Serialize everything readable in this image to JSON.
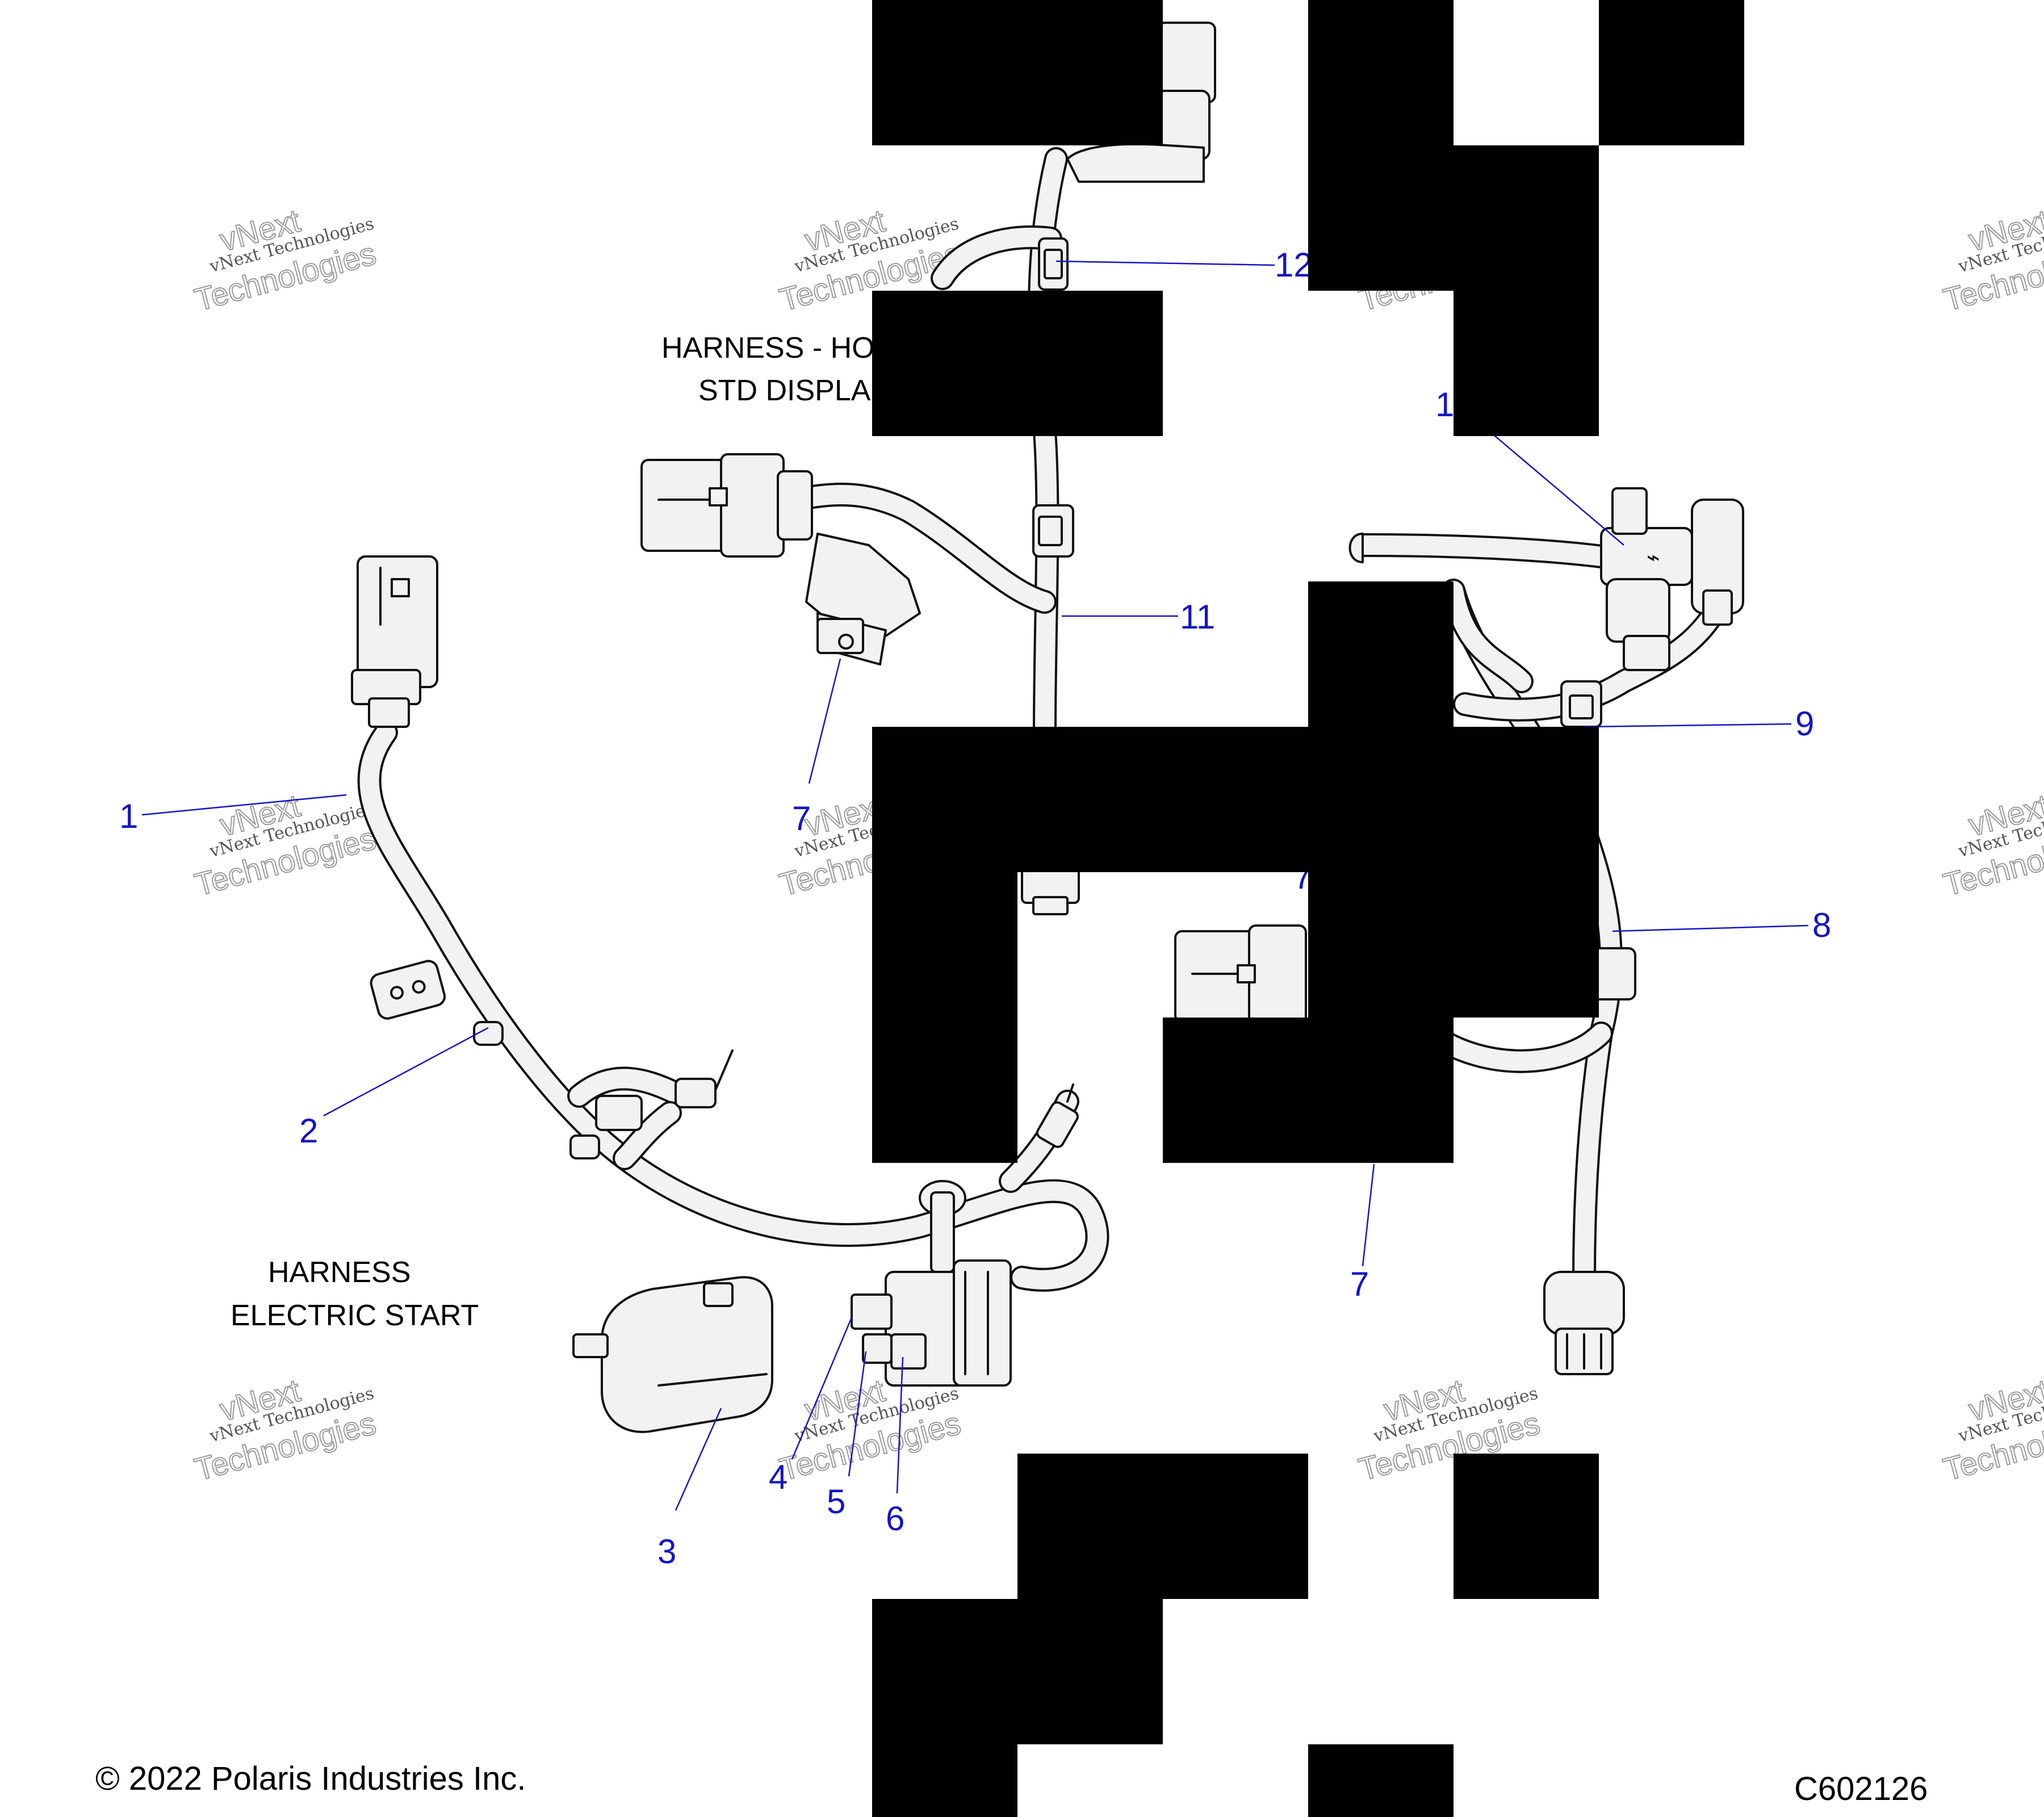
{
  "callouts": [
    {
      "id": "1",
      "label": "1"
    },
    {
      "id": "2",
      "label": "2"
    },
    {
      "id": "3",
      "label": "3"
    },
    {
      "id": "4",
      "label": "4"
    },
    {
      "id": "5",
      "label": "5"
    },
    {
      "id": "6",
      "label": "6"
    },
    {
      "id": "7a",
      "label": "7"
    },
    {
      "id": "7b",
      "label": "7"
    },
    {
      "id": "7c",
      "label": "7"
    },
    {
      "id": "8",
      "label": "8"
    },
    {
      "id": "9",
      "label": "9"
    },
    {
      "id": "10",
      "label": "1"
    },
    {
      "id": "11",
      "label": "11"
    },
    {
      "id": "12",
      "label": "12"
    }
  ],
  "captions": {
    "harness_top_line1": "HARNESS - HO",
    "harness_top_line2": "STD DISPLA",
    "harness_es_line1": "HARNESS",
    "harness_es_line2": "ELECTRIC START"
  },
  "watermark": {
    "line1": "vNext Technologies",
    "line2": "Technologies",
    "overlay": "vNext"
  },
  "footer": {
    "copyright": "© 2022 Polaris Industries Inc.",
    "drawing_id": "C602126"
  }
}
